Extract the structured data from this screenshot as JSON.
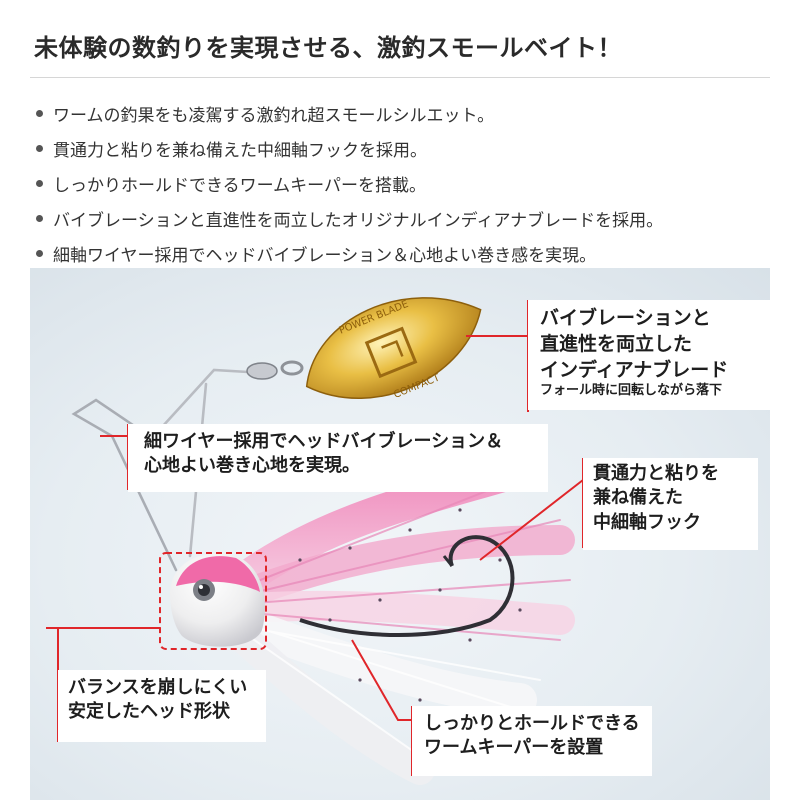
{
  "headline": "未体験の数釣りを実現させる、激釣スモールベイト！",
  "bullets": [
    "ワームの釣果をも凌駕する激釣れ超スモールシルエット。",
    "貫通力と粘りを兼ね備えた中細軸フックを採用。",
    "しっかりホールドできるワームキーパーを搭載。",
    "バイブレーションと直進性を両立したオリジナルインディアナブレードを採用。",
    "細軸ワイヤー採用でヘッドバイブレーション＆心地よい巻き感を実現。"
  ],
  "blade_engraving": {
    "top": "POWER BLADE",
    "bottom": "COMPACT"
  },
  "callouts": {
    "blade": {
      "lines": [
        "バイブレーションと",
        "直進性を両立した",
        "インディアナブレード"
      ],
      "sub": "フォール時に回転しながら落下"
    },
    "wire": {
      "lines": [
        "細ワイヤー採用でヘッドバイブレーション＆",
        "心地よい巻き心地を実現。"
      ]
    },
    "hook": {
      "lines": [
        "貫通力と粘りを",
        "兼ね備えた",
        "中細軸フック"
      ]
    },
    "head": {
      "lines": [
        "バランスを崩しにくい",
        "安定したヘッド形状"
      ]
    },
    "keeper": {
      "lines": [
        "しっかりとホールドできる",
        "ワームキーパーを設置"
      ]
    }
  },
  "colors": {
    "callout_line": "#e0262a",
    "skirt_pink": "#f29ac3",
    "skirt_white": "#f4f4f6",
    "blade_gold": "#d9a62b",
    "background": "#e6edf2"
  }
}
